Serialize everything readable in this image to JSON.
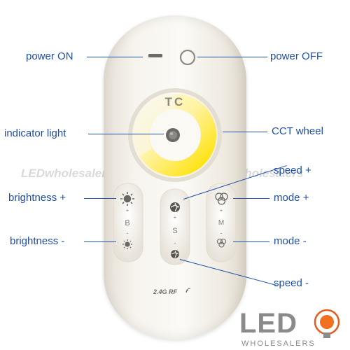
{
  "labels": {
    "power_on": "power ON",
    "power_off": "power OFF",
    "indicator_light": "indicator light",
    "cct_wheel": "CCT wheel",
    "speed_plus": "speed +",
    "brightness_plus": "brightness +",
    "mode_plus": "mode +",
    "brightness_minus": "brightness -",
    "mode_minus": "mode -",
    "speed_minus": "speed -"
  },
  "remote": {
    "model_text": "TC",
    "b_label": "B",
    "s_label": "S",
    "m_label": "M",
    "plus": "+",
    "minus": "-",
    "rf_text": "2.4G RF"
  },
  "watermark": "LEDwholesalers  LEDwholesalers  LEDwholesalers",
  "logo": {
    "big": "LED",
    "small": "WHOLESALERS"
  },
  "colors": {
    "label_blue": "#1f4fa8",
    "wheel_warm": "#ffe100",
    "wheel_cool": "#f3f1ea"
  }
}
